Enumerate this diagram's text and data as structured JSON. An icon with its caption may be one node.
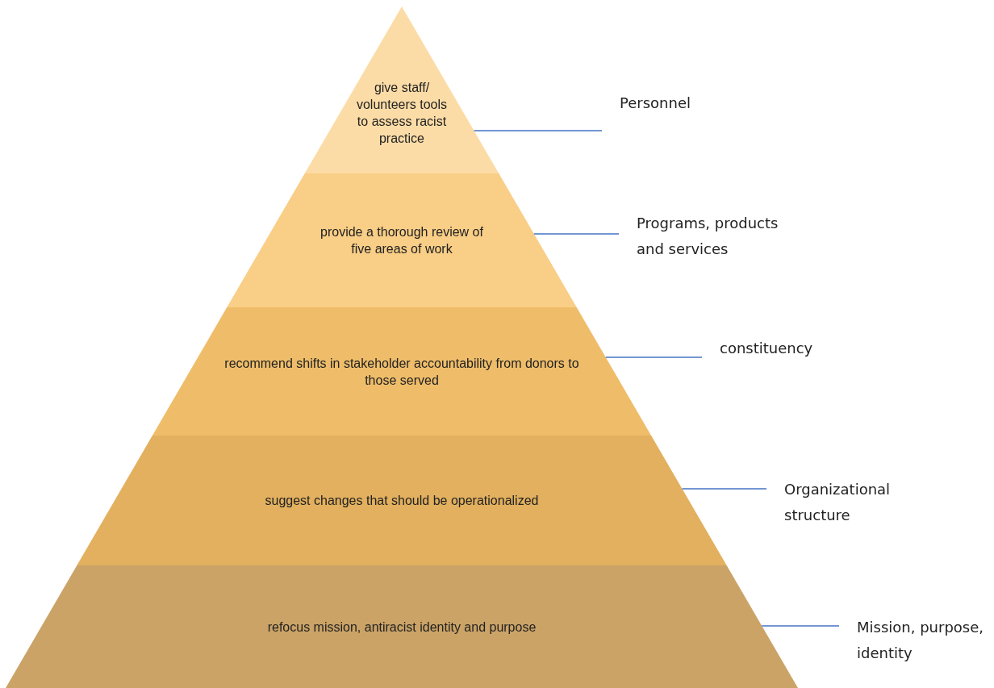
{
  "diagram": {
    "nodes": [
      {
        "text": [
          "give staff/ volunteers tools to assess racist practice"
        ]
      },
      {
        "text": [
          "provide a thorough review of five areas of work"
        ]
      },
      {
        "text": [
          "recommend shifts in stakeholder accountability from donors to those served"
        ]
      },
      {
        "text": [
          "suggest changes that should be operationalized"
        ]
      },
      {
        "text": [
          "refocus mission, antiracist identity and purpose"
        ]
      },
      {
        "text": [
          "Personnel"
        ]
      },
      {
        "text": [
          "Programs, products and services"
        ]
      },
      {
        "text": [
          "constituency"
        ]
      },
      {
        "text": [
          "Organizational structure"
        ]
      },
      {
        "text": [
          "Mission, purpose, identity"
        ]
      }
    ],
    "edges": [
      {
        "from": 5,
        "to": 0,
        "arrow": "none"
      },
      {
        "from": 6,
        "to": 1,
        "arrow": "none"
      },
      {
        "from": 7,
        "to": 2,
        "arrow": "none"
      },
      {
        "from": 8,
        "to": 3,
        "arrow": "none"
      },
      {
        "from": 9,
        "to": 4,
        "arrow": "none"
      }
    ]
  }
}
